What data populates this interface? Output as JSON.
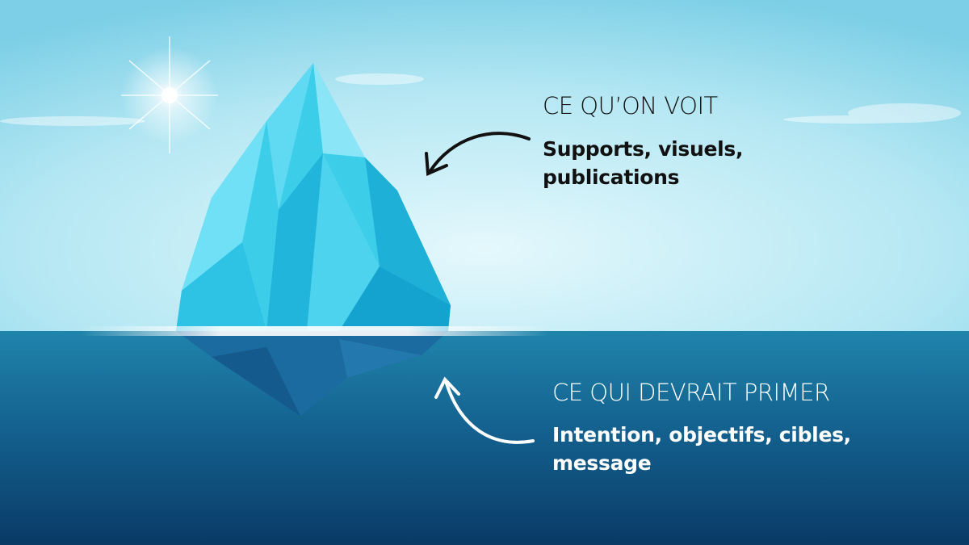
{
  "above": {
    "title": "CE QU’ON VOIT",
    "lines": [
      "Supports, visuels,",
      "publications"
    ]
  },
  "below": {
    "title": "CE QUI DEVRAIT PRIMER",
    "lines": [
      "Intention, objectifs, cibles,",
      "message"
    ]
  },
  "colors": {
    "sky_top": "#86d3e8",
    "sky_light": "#e2f7fc",
    "water_top": "#1f82a9",
    "water_bottom": "#0a3a66",
    "ice": "#3fd0ee"
  }
}
